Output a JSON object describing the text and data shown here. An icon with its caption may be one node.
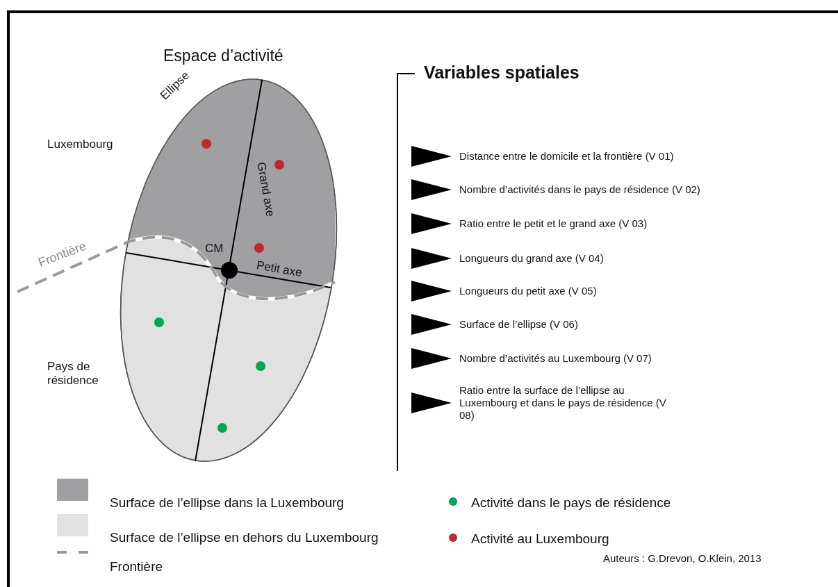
{
  "diagram": {
    "title": "Espace d’activité",
    "labels": [
      "Ellipse",
      "Luxembourg",
      "Grand axe",
      "Frontière",
      "CM",
      "Petit axe",
      "Pays de résidence",
      "Variables spatiales",
      "Distance entre le domicile et la frontière (V 01)",
      "Nombre d’activités dans le pays de résidence (V 02)",
      "Ratio entre le petit et le grand axe (V 03)",
      "Longueurs du grand axe (V 04)",
      "Longueurs du petit axe (V 05)",
      "Surface de l’ellipse (V 06)",
      "Nombre d’activités au Luxembourg (V 07)",
      "Ratio entre la surface de l’ellipse au Luxembourg et dans le pays de résidence (V 08)",
      "Auteurs : G.Drevon, O.Klein, 2013"
    ],
    "legend": [
      {
        "text": "Surface de l’ellipse dans la Luxembourg",
        "color": "#a0a0a2"
      },
      {
        "text": "Surface de l’ellipse en dehors du Luxembourg",
        "color": "#e1e1e1"
      },
      {
        "text": "Frontière"
      },
      {
        "text": "Activité dans le pays de résidence",
        "color": "#00a651"
      },
      {
        "text": "Activité au Luxembourg",
        "color": "#c1272d"
      }
    ]
  }
}
